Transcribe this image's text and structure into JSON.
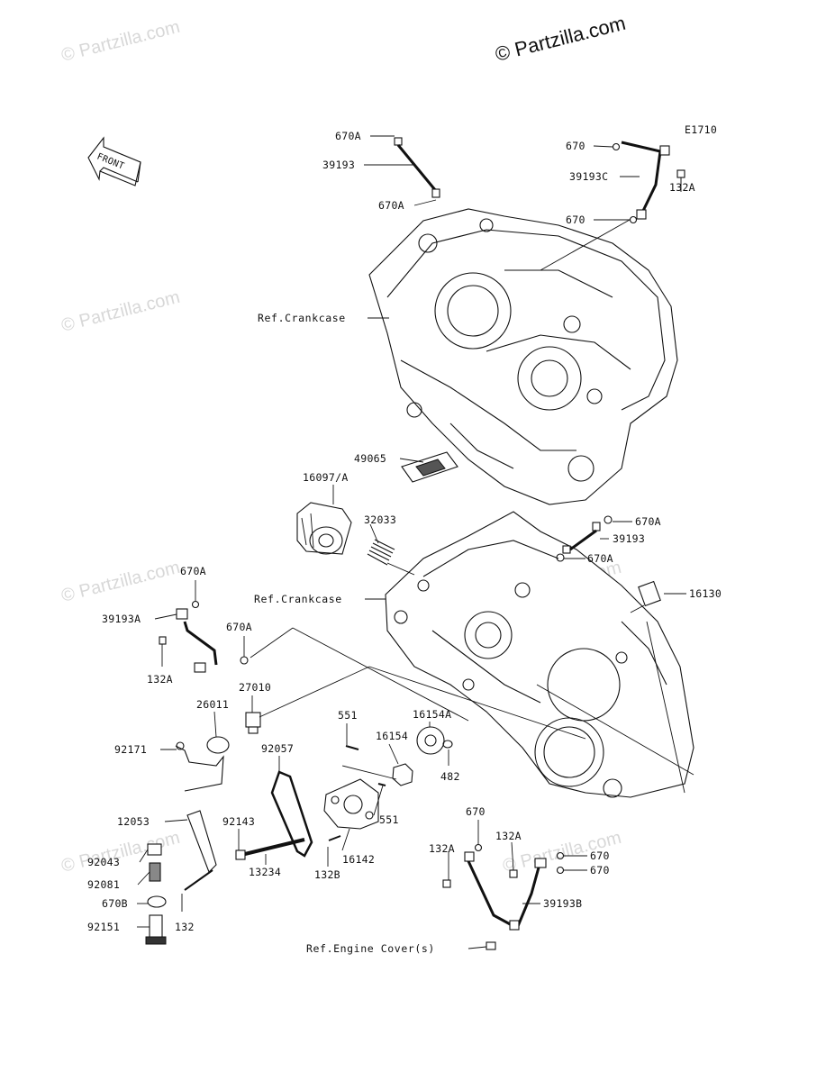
{
  "watermark": {
    "top_right": "© Partzilla.com",
    "repeat": "© Partzilla.com"
  },
  "diagram_code": "E1710",
  "front_label": "FRONT",
  "labels": {
    "p670A_top1": "670A",
    "p39193_top": "39193",
    "p670A_top2": "670A",
    "p670_tr1": "670",
    "p39193C": "39193C",
    "p132A_tr": "132A",
    "p670_tr2": "670",
    "ref_crankcase_upper": "Ref.Crankcase",
    "p49065": "49065",
    "p16097A": "16097/A",
    "p32033": "32033",
    "p670A_r1": "670A",
    "p39193_r": "39193",
    "p670A_r2": "670A",
    "ref_crankcase_lower": "Ref.Crankcase",
    "p16130": "16130",
    "p670A_l1": "670A",
    "p39193A": "39193A",
    "p670A_l2": "670A",
    "p132A_l": "132A",
    "p27010": "27010",
    "p26011": "26011",
    "p551_a": "551",
    "p16154A": "16154A",
    "p92171": "92171",
    "p92057": "92057",
    "p16154": "16154",
    "p482": "482",
    "p551_b": "551",
    "p12053": "12053",
    "p92143": "92143",
    "p16142": "16142",
    "p670_b": "670",
    "p132A_b1": "132A",
    "p132A_b2": "132A",
    "p670_br1": "670",
    "p670_br2": "670",
    "p92043": "92043",
    "p92081": "92081",
    "p13234": "13234",
    "p132B": "132B",
    "p39193B": "39193B",
    "p670B": "670B",
    "p92151": "92151",
    "p132": "132",
    "ref_engine_cover": "Ref.Engine Cover(s)"
  }
}
